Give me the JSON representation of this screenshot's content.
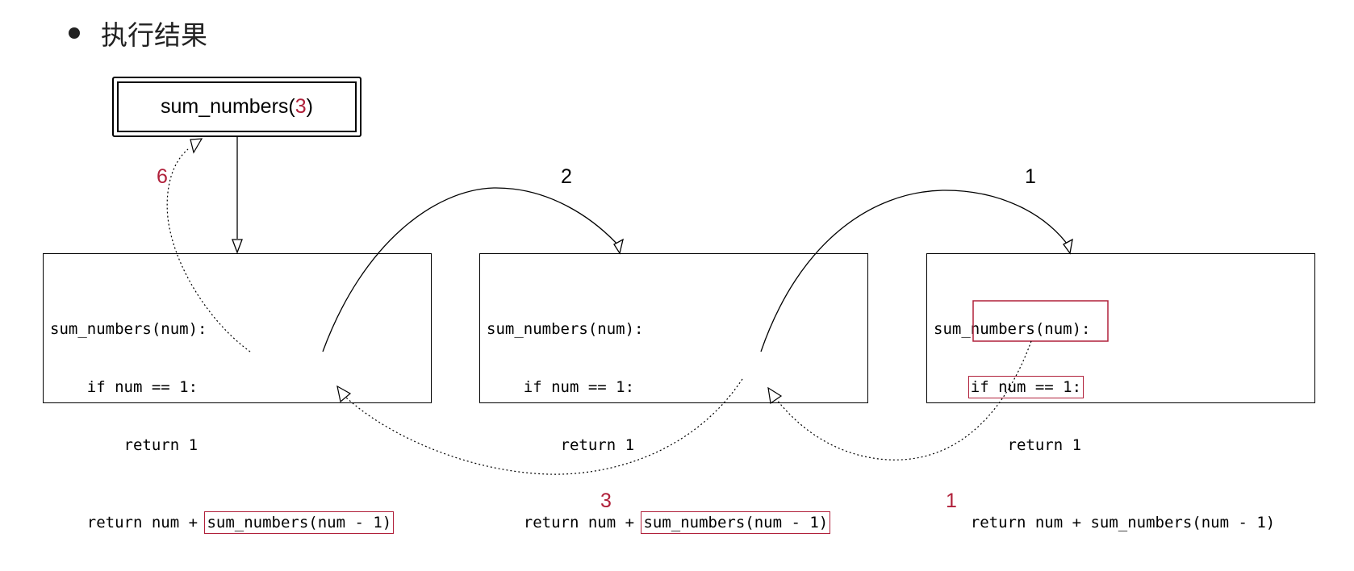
{
  "heading": {
    "bullet_text": "执行结果"
  },
  "call_box": {
    "func_name": "sum_numbers(",
    "arg": "3",
    "close_paren": ")"
  },
  "frames": [
    {
      "line1": "sum_numbers(num):",
      "line2": "    if num == 1:",
      "line3": "        return 1",
      "line4_prefix": "    return num + ",
      "line4_call": "sum_numbers(num - 1)"
    },
    {
      "line1": "sum_numbers(num):",
      "line2": "    if num == 1:",
      "line3": "        return 1",
      "line4_prefix": "    return num + ",
      "line4_call": "sum_numbers(num - 1)"
    },
    {
      "line1": "sum_numbers(num):",
      "line2_indent": "    ",
      "line2_cond": "if num == 1:",
      "line3_indent": "    ",
      "line3_ret": "    return 1",
      "line4": "    return num + sum_numbers(num - 1)"
    }
  ],
  "call_labels": {
    "first": "2",
    "second": "1"
  },
  "return_labels": {
    "from_base": "1",
    "from_middle": "3",
    "to_top": "6"
  },
  "colors": {
    "accent": "#b0203a",
    "line": "#000000"
  }
}
